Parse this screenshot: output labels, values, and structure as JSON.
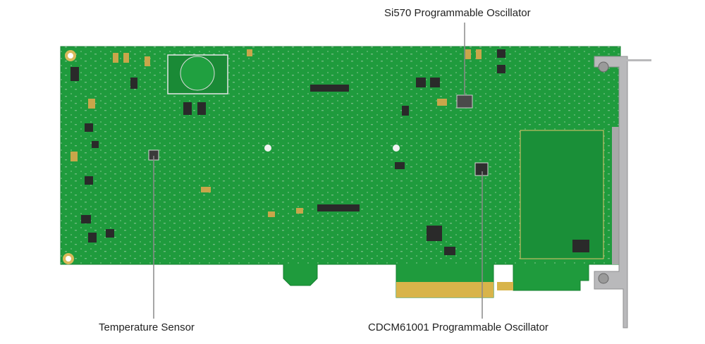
{
  "figure": {
    "subject": "PCIe FPGA accelerator board, component side",
    "colors": {
      "pcb": "#1f9b3d",
      "pcb_dark": "#13722b",
      "gold": "#d8b44a",
      "bracket": "#b9b9bb",
      "chip": "#2a2a2a",
      "callout_line": "#8a8a8a"
    }
  },
  "callouts": {
    "si570": {
      "label": "Si570 Programmable Oscillator"
    },
    "temperature_sensor": {
      "label": "Temperature Sensor"
    },
    "cdcm61001": {
      "label": "CDCM61001 Programmable Oscillator"
    }
  }
}
